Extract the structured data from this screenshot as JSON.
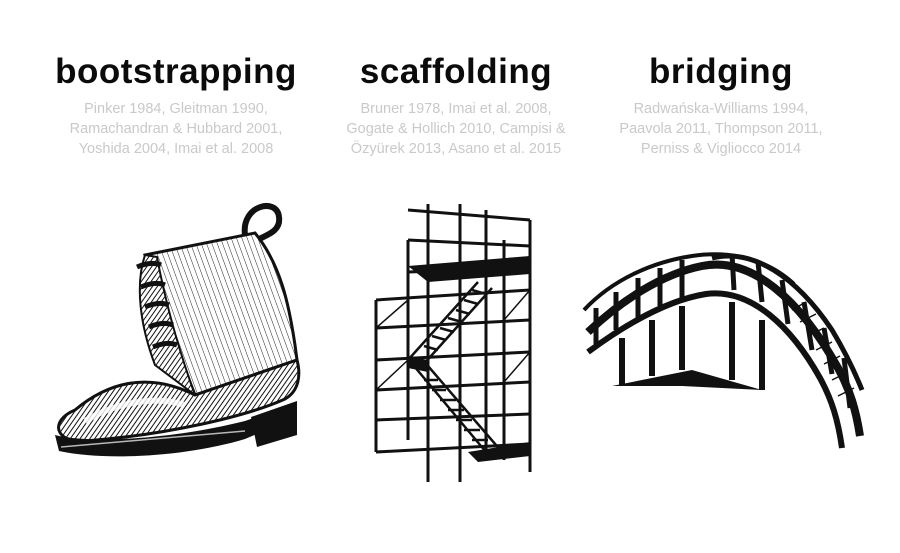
{
  "columns": [
    {
      "title": "bootstrapping",
      "refs": [
        "Pinker 1984, Gleitman 1990,",
        "Ramachandran & Hubbard 2001,",
        "Yoshida 2004, Imai et al. 2008"
      ],
      "icon": "boot-icon"
    },
    {
      "title": "scaffolding",
      "refs": [
        "Bruner 1978, Imai et al. 2008,",
        "Gogate & Hollich 2010, Campisi &",
        "Özyürek 2013, Asano et al. 2015"
      ],
      "icon": "scaffolding-icon"
    },
    {
      "title": "bridging",
      "refs": [
        "Radwańska-Williams 1994,",
        "Paavola 2011, Thompson 2011,",
        "Perniss & Vigliocco 2014"
      ],
      "icon": "bridge-icon"
    }
  ],
  "colors": {
    "title": "#0b0b0b",
    "refs": "#c9c9c9",
    "ink": "#111111"
  }
}
